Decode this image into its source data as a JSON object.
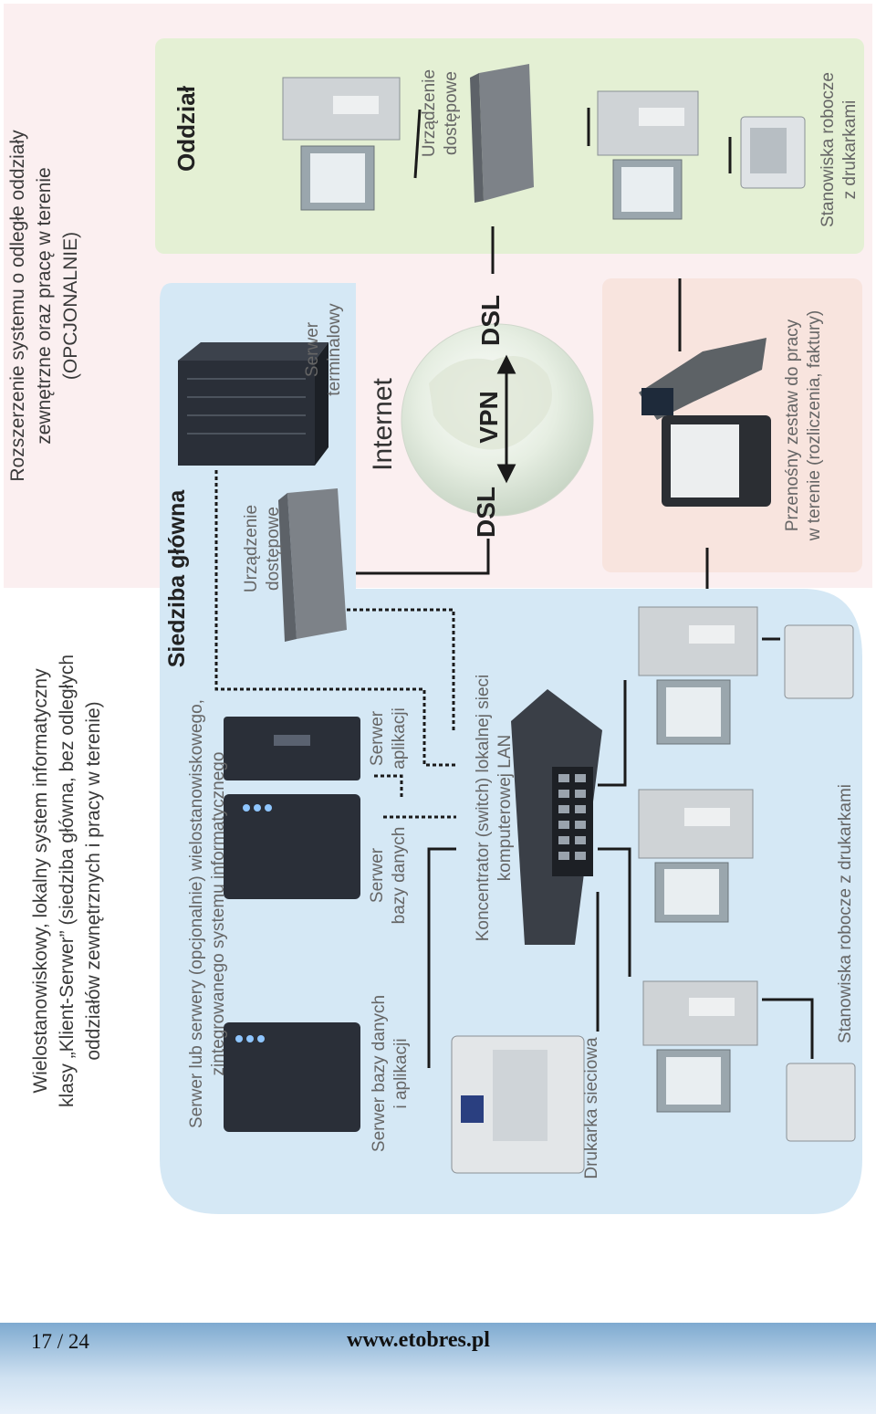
{
  "colors": {
    "pink_zone": "#fbeff0",
    "branch_zone": "#e4f0d4",
    "hq_zone": "#d5e8f5",
    "field_zone": "#f8e4de",
    "connector": "#1a1a1a",
    "device_dark": "#2a2f38",
    "device_light": "#cfd3d6"
  },
  "header": {
    "left_block": "Wielostanowiskowy, lokalny system informatyczny\nklasy „Klient-Serwer” (siedziba główna, bez odległych\noddziałów zewnętrznych i pracy w terenie)",
    "right_block": "Rozszerzenie systemu o odległe oddziały\nzewnętrzne oraz pracę w terenie\n(OPCJONALNIE)"
  },
  "zones": {
    "branch_title": "Oddział",
    "hq_title": "Siedziba główna",
    "branch_access_device": "Urządzenie\ndostępowe",
    "branch_workstations": "Stanowiska robocze\nz drukarkami",
    "hq_servers_desc": "Serwer lub serwery (opcjonalnie) wielostanowiskowego,\nzintegrowanego systemu informatycznego",
    "hq_terminal_server": "Serwer\nterminalowy",
    "hq_access_device": "Urządzenie\ndostępowe",
    "hq_db_app_server": "Serwer bazy danych\ni aplikacji",
    "hq_db_server": "Serwer\nbazy danych",
    "hq_app_server": "Serwer\naplikacji",
    "hq_switch": "Koncentrator (switch) lokalnej sieci\nkomputerowej LAN",
    "hq_printer": "Drukarka sieciowa",
    "hq_workstations": "Stanowiska robocze z drukarkami",
    "field_kit": "Przenośny zestaw do pracy\nw terenie (rozliczenia, faktury)",
    "internet": "Internet",
    "vpn": "VPN",
    "dsl_left": "DSL",
    "dsl_right": "DSL"
  },
  "footer": {
    "page": "17 / 24",
    "url": "www.etobres.pl"
  }
}
